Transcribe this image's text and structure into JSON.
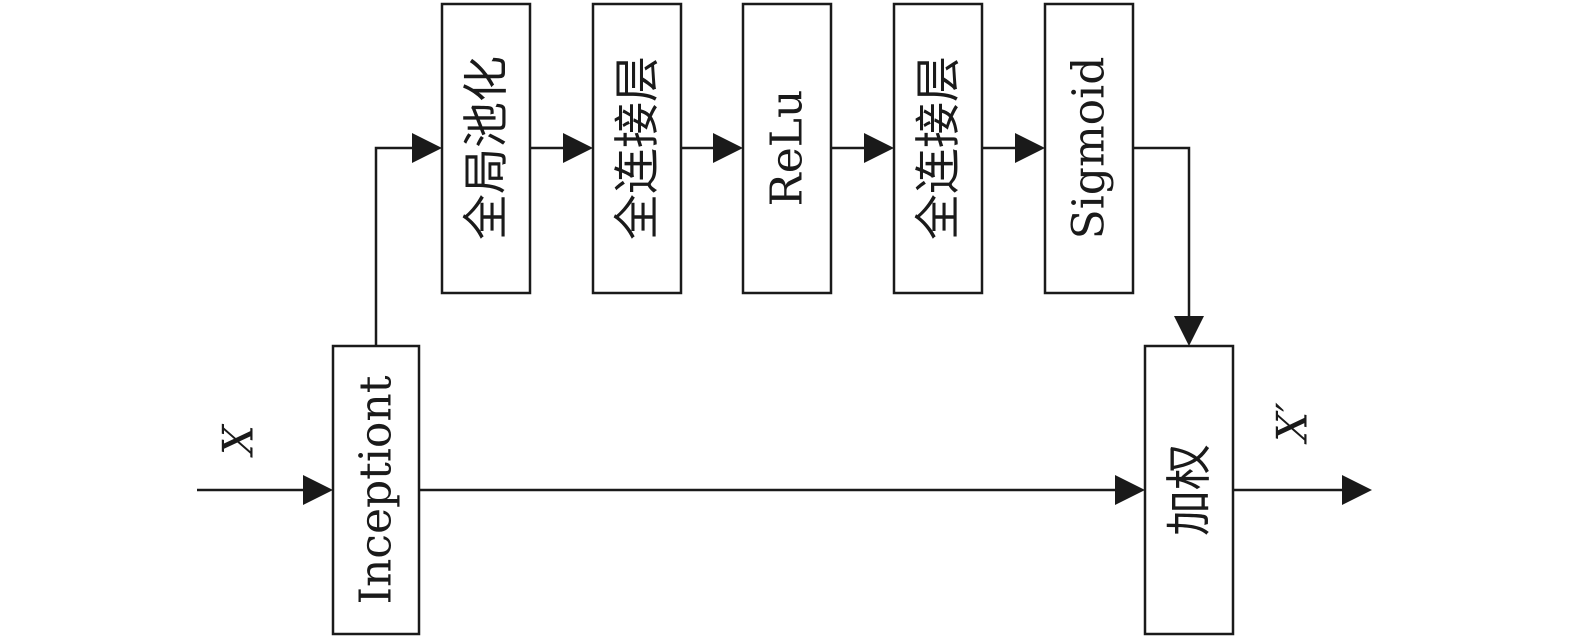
{
  "diagram": {
    "input_label": "X",
    "output_label": "X′",
    "nodes": {
      "inception": "Inceptiont",
      "global_pool": "全局池化",
      "fc1": "全连接层",
      "relu": "ReLu",
      "fc2": "全连接层",
      "sigmoid": "Sigmoid",
      "weighting": "加权"
    },
    "colors": {
      "stroke": "#1a1a1a",
      "fill": "#ffffff"
    }
  }
}
